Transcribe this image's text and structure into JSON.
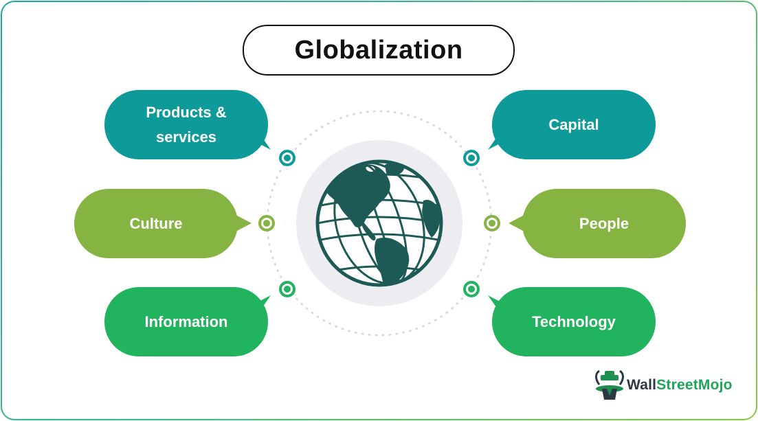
{
  "title": "Globalization",
  "nodes": {
    "products_services": {
      "line1": "Products &",
      "line2": "services",
      "color": "#0f9a9a"
    },
    "capital": {
      "label": "Capital",
      "color": "#0f9a9a"
    },
    "culture": {
      "label": "Culture",
      "color": "#86b442"
    },
    "people": {
      "label": "People",
      "color": "#86b442"
    },
    "information": {
      "label": "Information",
      "color": "#22b35e"
    },
    "technology": {
      "label": "Technology",
      "color": "#22b35e"
    }
  },
  "center_icon": "globe-icon",
  "brand": {
    "part1": "Wall",
    "part2": "StreetMojo",
    "icon": "mascot-icon"
  }
}
